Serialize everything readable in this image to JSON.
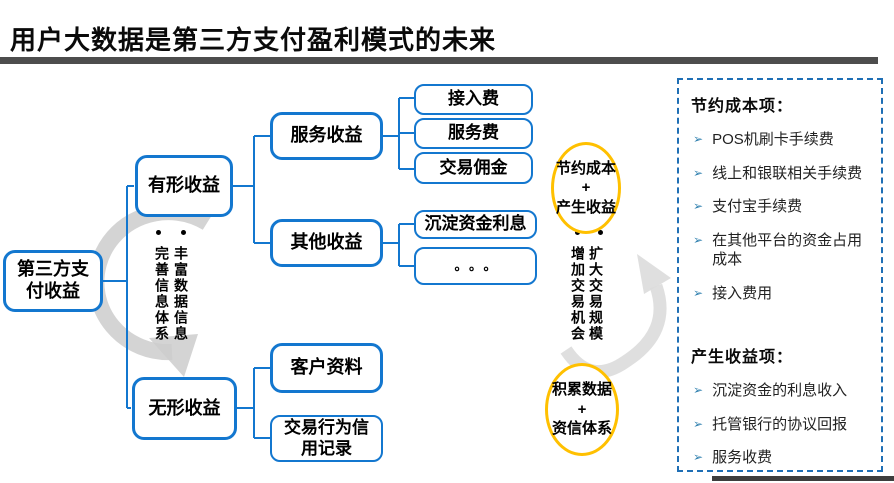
{
  "title": "用户大数据是第三方支付盈利模式的未来",
  "icons": {
    "list_bullet": "➢",
    "bullet_dot": "•"
  },
  "colors": {
    "accent_blue": "#1377cf",
    "accent_gold": "#FFC000",
    "panel_border_blue": "#1f6fb5",
    "bullet_blue": "#2e7fae",
    "title_rule_gray": "#4d4d4d",
    "arrow_gray": "#cdcdcd"
  },
  "tree": {
    "root": {
      "label": "第三方支\n付收益"
    },
    "tangible": {
      "label": "有形收益"
    },
    "intangible": {
      "label": "无形收益"
    },
    "service_income": {
      "label": "服务收益"
    },
    "other_income": {
      "label": "其他收益"
    },
    "access_fee": {
      "label": "接入费"
    },
    "service_fee": {
      "label": "服务费"
    },
    "commission": {
      "label": "交易佣金"
    },
    "deposit_interest": {
      "label": "沉淀资金利息"
    },
    "ellipsis": {
      "label": "。。。"
    },
    "customer_data": {
      "label": "客户资料"
    },
    "credit_record": {
      "label": "交易行为信\n用记录"
    }
  },
  "cycle_labels": {
    "left_pair": [
      "完善信息体系",
      "丰富数据信息"
    ],
    "mid_pair": [
      "增加交易机会",
      "扩大交易规模"
    ]
  },
  "ovals": {
    "top": "节约成本\n+\n产生收益",
    "bottom": "积累数据\n+\n资信体系"
  },
  "panel": {
    "sections": [
      {
        "header": "节约成本项：",
        "items": [
          "POS机刷卡手续费",
          "线上和银联相关手续费",
          "支付宝手续费",
          "在其他平台的资金占用成本",
          "接入费用"
        ]
      },
      {
        "header": "产生收益项：",
        "items": [
          "沉淀资金的利息收入",
          "托管银行的协议回报",
          "服务收费"
        ]
      }
    ]
  }
}
